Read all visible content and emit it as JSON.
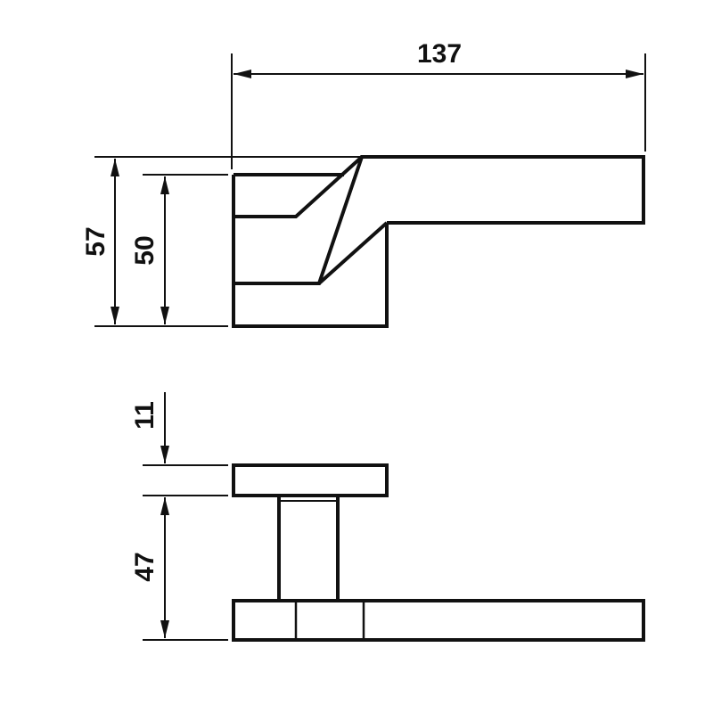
{
  "drawing": {
    "line_color": "#111111",
    "background": "#ffffff"
  },
  "dimensions": {
    "overall_length": "137",
    "overall_height": "57",
    "rose_height": "50",
    "lever_thickness": "11",
    "projection": "47"
  }
}
